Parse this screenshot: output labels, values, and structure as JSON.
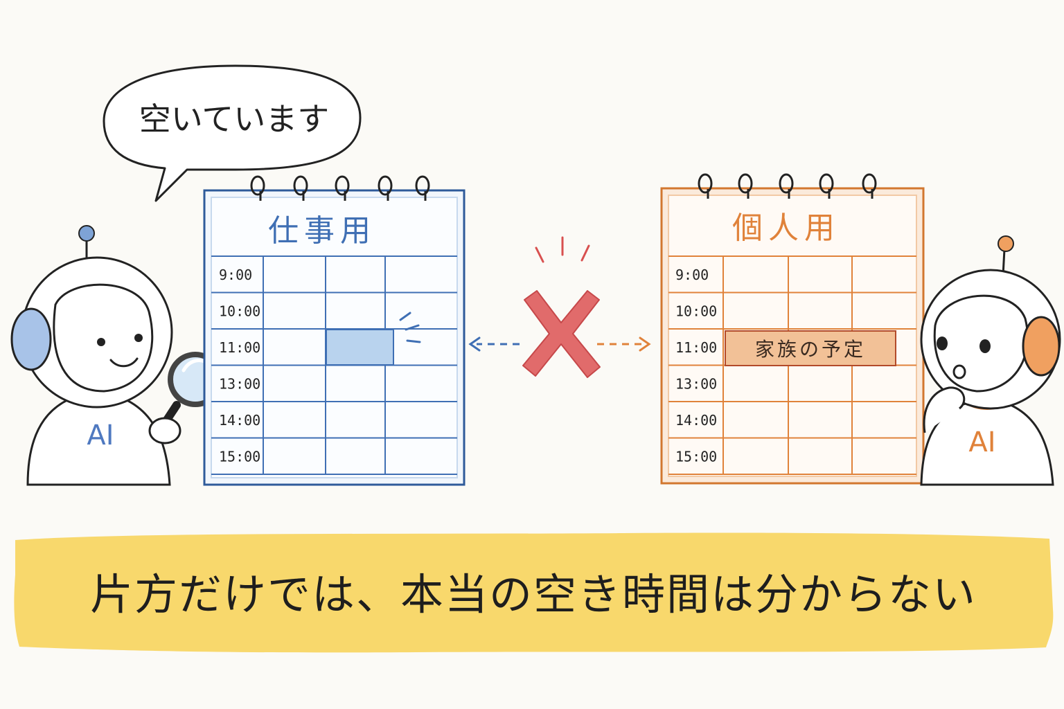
{
  "speech_bubble": {
    "text": "空いています"
  },
  "work_calendar": {
    "title": "仕事用",
    "times": [
      "9:00",
      "10:00",
      "11:00",
      "13:00",
      "14:00",
      "15:00"
    ],
    "highlight_slot": {
      "row": 2,
      "col": 1,
      "label": ""
    },
    "accent_color": "#3f6fb4",
    "fill_color": "#b9d3ee"
  },
  "personal_calendar": {
    "title": "個人用",
    "times": [
      "9:00",
      "10:00",
      "11:00",
      "13:00",
      "14:00",
      "15:00"
    ],
    "event": {
      "label": "家族の予定",
      "row": 2
    },
    "accent_color": "#e0823a",
    "fill_color": "#f2c197"
  },
  "left_robot": {
    "badge": "AI",
    "color": "#4f79c0"
  },
  "right_robot": {
    "badge": "AI",
    "color": "#e0823a"
  },
  "cross_mark": {
    "color": "#d8504f"
  },
  "bottom_banner": {
    "text": "片方だけでは、本当の空き時間は分からない",
    "color": "#f7d560"
  }
}
